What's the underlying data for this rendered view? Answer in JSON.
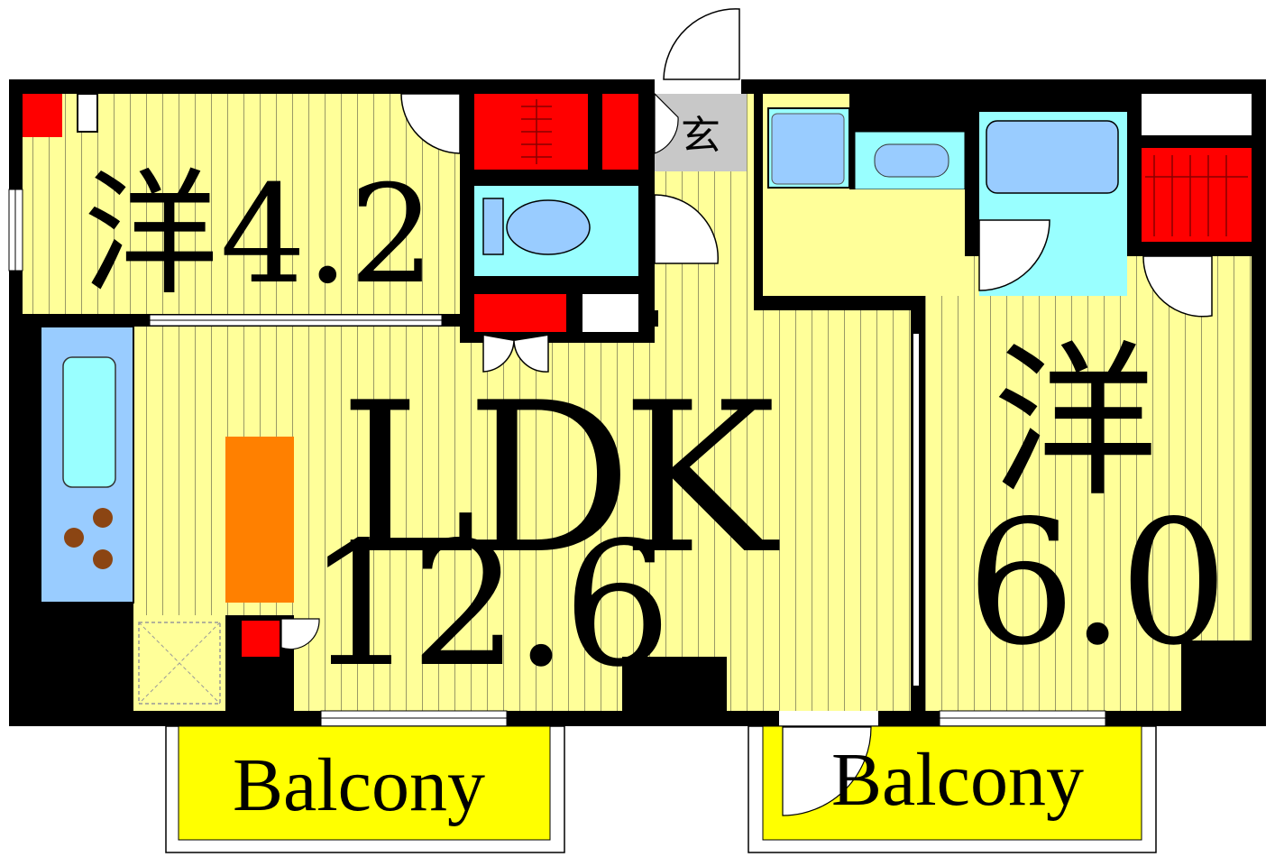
{
  "colors": {
    "wall": "#000000",
    "floor": "#ffff99",
    "floor_line": "#9a9a66",
    "storage": "#ff0000",
    "wet": "#99ffff",
    "fixture": "#99ccff",
    "entrance": "#c8c8c8",
    "island": "#ff8000",
    "balcony": "#ffff00"
  },
  "rooms": {
    "western_small": {
      "kanji": "洋",
      "size": "4.2"
    },
    "ldk": {
      "letters": "LDK",
      "size": "12.6"
    },
    "western_large": {
      "kanji": "洋",
      "size": "6.0"
    },
    "entrance": {
      "label": "玄"
    }
  },
  "balconies": [
    {
      "label": "Balcony"
    },
    {
      "label": "Balcony"
    }
  ]
}
